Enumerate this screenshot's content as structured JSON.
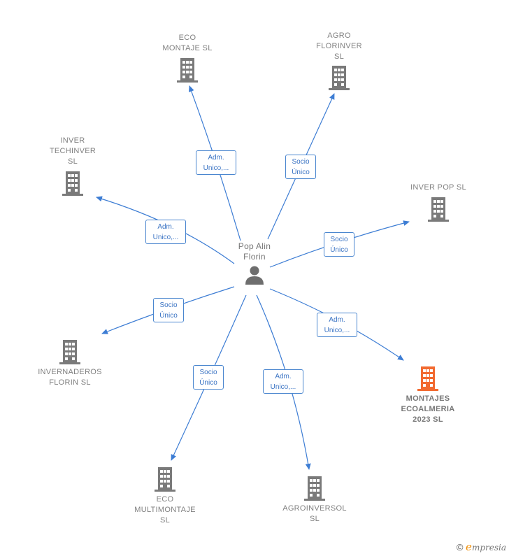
{
  "center": {
    "label": "Pop Alin\nFlorin"
  },
  "colors": {
    "edge": "#3d7dd4",
    "building": "#7a7a7a",
    "building_highlight": "#f26a30"
  },
  "companies": [
    {
      "id": "eco-montaje",
      "label": "ECO\nMONTAJE  SL"
    },
    {
      "id": "agro-florinver",
      "label": "AGRO\nFLORINVER\nSL"
    },
    {
      "id": "inver-techinver",
      "label": "INVER\nTECHINVER\nSL"
    },
    {
      "id": "inver-pop",
      "label": "INVER POP  SL"
    },
    {
      "id": "invernaderos-florin",
      "label": "INVERNADEROS\nFLORIN  SL"
    },
    {
      "id": "montajes-ecoalmeria",
      "label": "MONTAJES\nECOALMERIA\n2023  SL",
      "highlight": true
    },
    {
      "id": "eco-multimontaje",
      "label": "ECO\nMULTIMONTAJE\nSL"
    },
    {
      "id": "agroinversol",
      "label": "AGROINVERSOL\nSL"
    }
  ],
  "relations": [
    {
      "line1": "Adm.",
      "line2": "Unico,..."
    },
    {
      "line1": "Socio",
      "line2": "Único"
    },
    {
      "line1": "Adm.",
      "line2": "Unico,..."
    },
    {
      "line1": "Socio",
      "line2": "Único"
    },
    {
      "line1": "Socio",
      "line2": "Único"
    },
    {
      "line1": "Adm.",
      "line2": "Unico,..."
    },
    {
      "line1": "Socio",
      "line2": "Único"
    },
    {
      "line1": "Adm.",
      "line2": "Unico,..."
    }
  ],
  "footer": {
    "copyright": "©",
    "brand_initial": "e",
    "brand_rest": "mpresia"
  }
}
